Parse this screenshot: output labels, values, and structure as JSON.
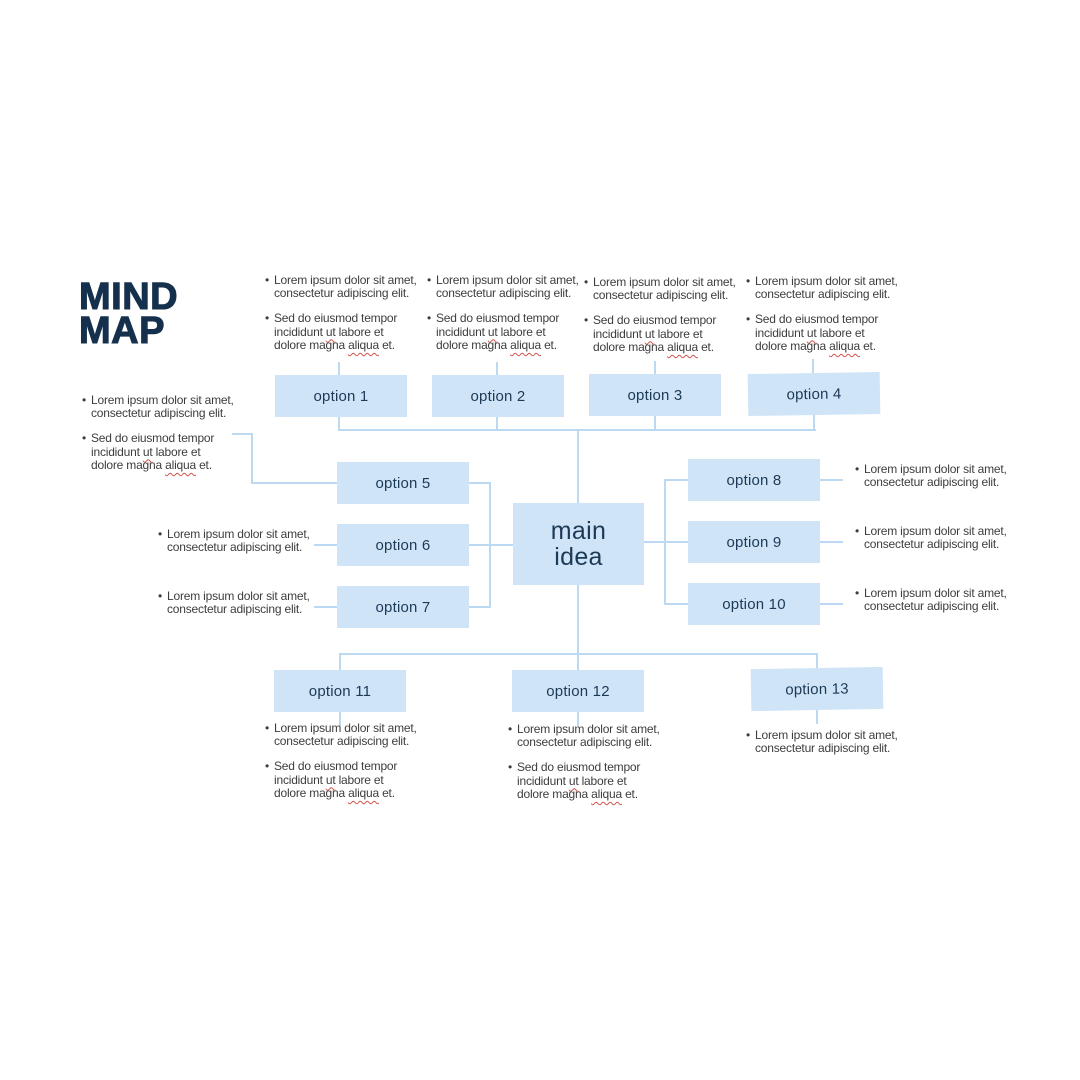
{
  "title": {
    "line1": "MIND",
    "line2": "MAP"
  },
  "main_idea": {
    "line1": "main",
    "line2": "idea"
  },
  "options": [
    "option 1",
    "option 2",
    "option 3",
    "option 4",
    "option 5",
    "option 6",
    "option 7",
    "option 8",
    "option 9",
    "option 10",
    "option 11",
    "option 12",
    "option 13"
  ],
  "bullets": {
    "marker": "•",
    "lorem": {
      "l1": "Lorem ipsum dolor sit amet,",
      "l2": "consectetur adipiscing elit."
    },
    "sed": {
      "l1": "Sed do eiusmod tempor",
      "l2_pre": "incididunt ",
      "l2_word": "ut",
      "l2_post": " labore et",
      "l3_pre": "dolore magna ",
      "l3_word": "aliqua",
      "l3_post": " et."
    }
  },
  "colors": {
    "box_fill": "#cfe5f7",
    "connector": "#bcd9f1",
    "navy": "#1c3956",
    "title_navy": "#15304c",
    "body_text": "#3d3d3d",
    "squiggle": "#d0524c"
  }
}
